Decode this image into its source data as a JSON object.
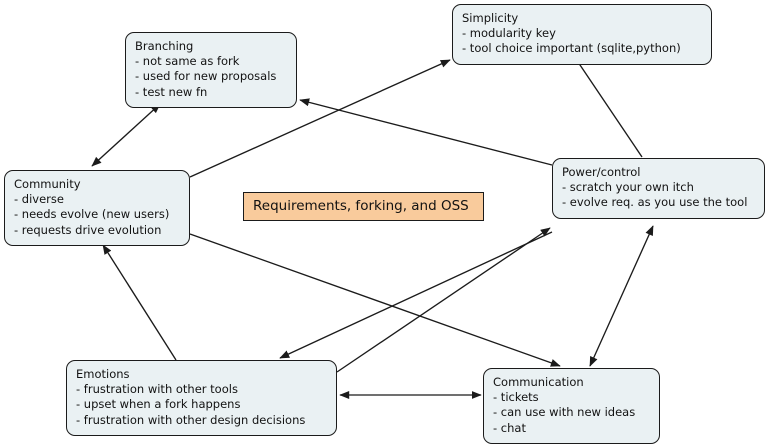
{
  "diagram": {
    "title": "Requirements, forking, and OSS",
    "center": {
      "id": "center",
      "label": "Requirements, forking, and OSS",
      "fill": "#f9cb9c",
      "stroke": "#1b1b1b"
    },
    "node_fill": "#eaf1f3",
    "node_stroke": "#1b1b1b",
    "edge_color": "#1b1b1b",
    "background": "#ffffff",
    "nodes": [
      {
        "id": "branching",
        "heading": "Branching",
        "lines": [
          "- not same as fork",
          "- used for new proposals",
          "- test new fn"
        ]
      },
      {
        "id": "simplicity",
        "heading": "Simplicity",
        "lines": [
          "- modularity key",
          "- tool choice important (sqlite,python)"
        ]
      },
      {
        "id": "community",
        "heading": "Community",
        "lines": [
          "- diverse",
          "- needs evolve (new users)",
          "- requests drive evolution"
        ]
      },
      {
        "id": "power",
        "heading": "Power/control",
        "lines": [
          "- scratch your own itch",
          "- evolve req. as you use the tool"
        ]
      },
      {
        "id": "emotions",
        "heading": "Emotions",
        "lines": [
          "- frustration with other tools",
          "- upset when a fork happens",
          "- frustration with other design decisions"
        ]
      },
      {
        "id": "communication",
        "heading": "Communication",
        "lines": [
          "- tickets",
          "- can use with new ideas",
          "- chat"
        ]
      }
    ],
    "edges": [
      {
        "id": "community-branching",
        "from": "community",
        "to": "branching",
        "arrows": "both"
      },
      {
        "id": "community-simplicity",
        "from": "community",
        "to": "simplicity",
        "arrows": "end"
      },
      {
        "id": "power-branching",
        "from": "power",
        "to": "branching",
        "arrows": "end"
      },
      {
        "id": "simplicity-power",
        "from": "simplicity",
        "to": "power",
        "arrows": "none"
      },
      {
        "id": "emotions-community",
        "from": "emotions",
        "to": "community",
        "arrows": "end"
      },
      {
        "id": "community-communication",
        "from": "community",
        "to": "communication",
        "arrows": "end"
      },
      {
        "id": "emotions-power",
        "from": "emotions",
        "to": "power",
        "arrows": "end"
      },
      {
        "id": "power-emotions",
        "from": "power",
        "to": "emotions",
        "arrows": "end"
      },
      {
        "id": "power-communication",
        "from": "power",
        "to": "communication",
        "arrows": "both"
      },
      {
        "id": "emotions-communication",
        "from": "emotions",
        "to": "communication",
        "arrows": "both"
      }
    ]
  }
}
